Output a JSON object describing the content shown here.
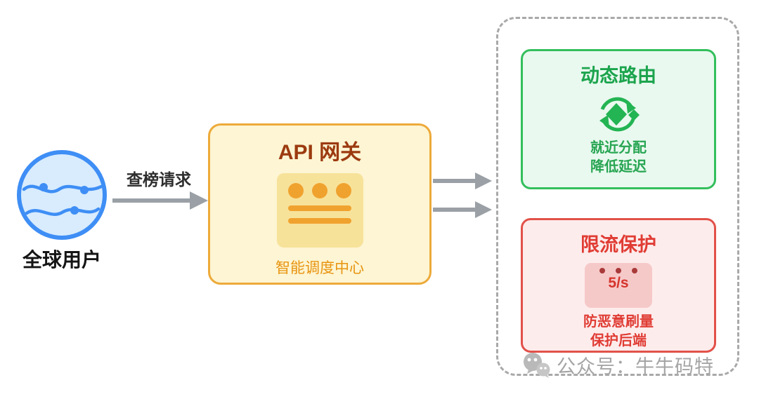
{
  "nodes": {
    "users": {
      "label": "全球用户"
    },
    "request": {
      "label": "查榜请求"
    },
    "gateway": {
      "title": "API 网关",
      "subtitle": "智能调度中心"
    },
    "routing": {
      "title": "动态路由",
      "line1": "就近分配",
      "line2": "降低延迟"
    },
    "rate_limit": {
      "title": "限流保护",
      "badge": "5/s",
      "line1": "防恶意刷量",
      "line2": "保护后端"
    }
  },
  "watermark": {
    "text": "公众号：牛牛码特"
  },
  "icons": {
    "users": "globe-icon",
    "gateway": "control-panel-icon",
    "routing": "sync-diamonds-icon",
    "rate_limit": "limit-card-icon",
    "watermark": "chat-bubbles-icon"
  },
  "colors": {
    "user_blue": "#3e8ef5",
    "user_blue_fill": "#d8ecfe",
    "gateway_border": "#edaa3a",
    "gateway_fill": "#fdf5d3",
    "gateway_title": "#9c3a10",
    "gateway_accent": "#f0a22e",
    "gateway_subtitle": "#e8940f",
    "routing_border": "#33bf5c",
    "routing_fill": "#e9f9ef",
    "routing_text": "#1ca44d",
    "rate_limit_border": "#e25149",
    "rate_limit_fill": "#fdecec",
    "rate_limit_text": "#e03c34",
    "arrow_gray": "#9aa0a6",
    "dashed_border": "#a9a9a9",
    "watermark_gray": "#a5a5a5"
  }
}
